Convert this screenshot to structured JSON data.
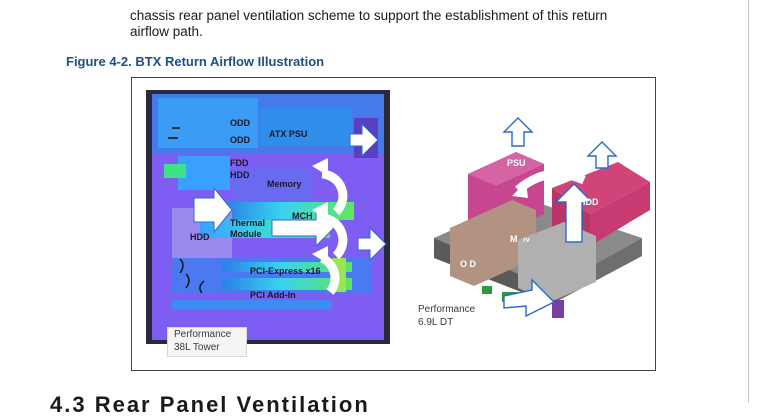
{
  "document": {
    "intro_line1": "chassis rear panel ventilation scheme to support the establishment of this return",
    "intro_line2": "airflow path.",
    "figure_caption": "Figure 4-2. BTX Return Airflow Illustration"
  },
  "figure": {
    "tower_labels": {
      "odd1": "ODD",
      "odd2": "ODD",
      "atx_psu": "ATX PSU",
      "fdd": "FDD",
      "hdd": "HDD",
      "memory": "Memory",
      "mch": "MCH",
      "thermal": "Thermal",
      "module": "Module",
      "hdd_side": "HDD",
      "pci_express": "PCI-Express x16",
      "pci_addin": "PCI Add-In"
    },
    "tower_caption_line1": "Performance",
    "tower_caption_line2": "38L Tower",
    "dt_labels": {
      "psu": "PSU",
      "hdd": "HDD",
      "od": "O D",
      "m": "M",
      "rv": "rv"
    },
    "dt_caption_line1": "Performance",
    "dt_caption_line2": "6.9L DT"
  },
  "colors": {
    "caption_blue": "#1f4e8c",
    "chassis_purple": "#7b5cf0",
    "airflow_blue": "#2a8cf0",
    "airflow_cyan": "#35d4e8",
    "hot_green": "#4fe04a",
    "psu_magenta": "#c0418f"
  },
  "next_section_heading": "4.3   Rear Panel Ventilation"
}
